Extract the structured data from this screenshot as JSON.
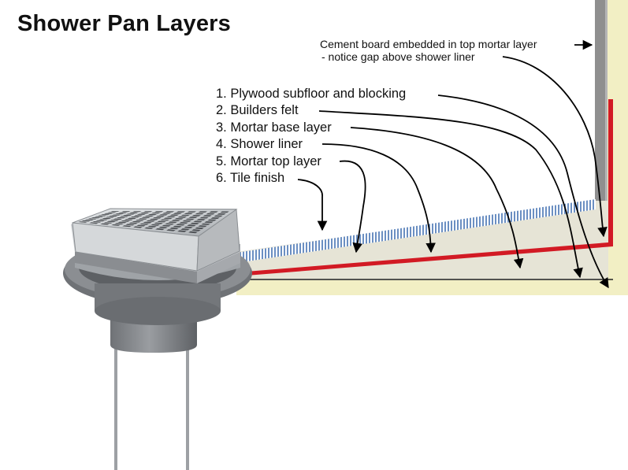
{
  "title": "Shower Pan Layers",
  "cement_note": {
    "line1": "Cement board embedded in top mortar layer",
    "line2": "- notice gap above shower liner"
  },
  "layers": [
    {
      "label": "1. Plywood subfloor and blocking"
    },
    {
      "label": "2. Builders felt"
    },
    {
      "label": "3. Mortar base layer"
    },
    {
      "label": "4. Shower liner"
    },
    {
      "label": "5. Mortar top layer"
    },
    {
      "label": "6. Tile finish"
    }
  ],
  "colors": {
    "subfloor": "#f2efc4",
    "mortar": "#e6e4d6",
    "liner": "#d21a24",
    "tile": "#6b8fc2",
    "cement_board": "#8f8f8f",
    "drain_metal": "#b8bcc0",
    "drain_body": "#7d8084"
  }
}
